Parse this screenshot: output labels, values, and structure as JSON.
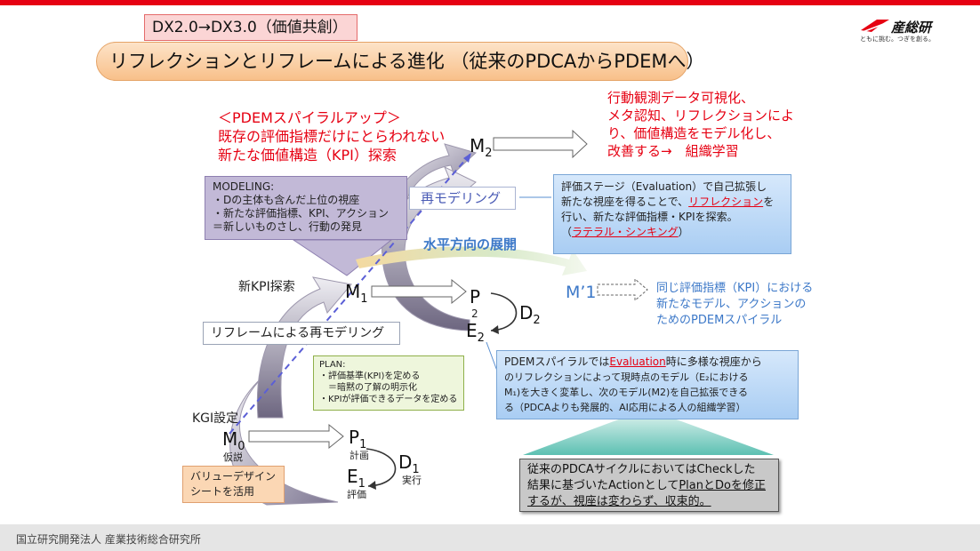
{
  "header": {
    "tag": "DX2.0→DX3.0（価値共創）",
    "headline": "リフレクションとリフレームによる進化 （従来のPDCAからPDEMへ）"
  },
  "logo": {
    "name": "産総研",
    "tagline": "ともに挑む。つぎを創る。"
  },
  "spiral_title": {
    "line1": "＜PDEMスパイラルアップ＞",
    "line2": "既存の評価指標だけにとらわれない",
    "line3": "新たな価値構造（KPI）探索"
  },
  "right_red": {
    "line1": "行動観測データ可視化、",
    "line2": "メタ認知、リフレクションによ",
    "line3": "り、価値構造をモデル化し、",
    "line4": "改善する→　組織学習"
  },
  "modeling": {
    "title": "MODELING:",
    "item1": "・Dの主体も含んだ上位の視座",
    "item2": "・新たな評価指標、KPI、アクション",
    "item3": "＝新しいものさし、行動の発見"
  },
  "remodel_label": "再モデリング",
  "evaluation_note": {
    "l1": "評価ステージ（Evaluation）で自己拡張し",
    "l2a": "新たな視座を得ることで、",
    "l2b": "リフレクション",
    "l2c": "を",
    "l3": "行い、新たな評価指標・KPIを探索。",
    "l4a": "（",
    "l4b": "ラテラル・シンキング",
    "l4c": "）"
  },
  "horizontal_label": "水平方向の展開",
  "new_kpi_label": "新KPI探索",
  "nodes": {
    "m2": "M",
    "m2_sub": "2",
    "m1": "M",
    "m1_sub": "1",
    "p2": "P",
    "p2_sub": "2",
    "d2": "D",
    "d2_sub": "2",
    "e2": "E",
    "e2_sub": "2",
    "m1prime": "M’1",
    "m0": "M",
    "m0_sub": "0",
    "p1": "P",
    "p1_sub": "1",
    "d1": "D",
    "d1_sub": "1",
    "e1": "E",
    "e1_sub": "1"
  },
  "node_captions": {
    "m0": "仮説",
    "p1": "計画",
    "d1": "実行",
    "e1": "評価"
  },
  "m1prime_note": {
    "l1": "同じ評価指標（KPI）における",
    "l2": "新たなモデル、アクションの",
    "l3": "ためのPDEMスパイラル"
  },
  "reframe_label": "リフレームによる再モデリング",
  "plan": {
    "title": "PLAN:",
    "item1": "・評価基準(KPI)を定める",
    "item2": "＝暗黙の了解の明示化",
    "item3": "・KPIが評価できるデータを定める"
  },
  "pdem_note": {
    "l1a": "PDEMスパイラルでは",
    "l1b": "Evaluation",
    "l1c": "時に多様な視座から",
    "l2": "のリフレクションによって現時点のモデル（E₂における",
    "l3": "M₁)を大きく変革し、次のモデル(M2)を自己拡張できる",
    "l4": "る（PDCAよりも発展的、AI応用による人の組織学習）"
  },
  "kgi_label": "KGI設定",
  "value_design": {
    "l1": "バリューデザイン",
    "l2": "シートを活用"
  },
  "pdca_note": {
    "l1": "従来のPDCAサイクルにおいてはCheckした",
    "l2a": "結果に基づいたActionとして",
    "l2b": "PlanとDoを修正",
    "l3": "するが、視座は変わらず、収束的。"
  },
  "footer": "国立研究開発法人 産業技術総合研究所",
  "colors": {
    "accent_red": "#e60012",
    "purple_arrow": "#8c849c",
    "blue_callout": "#a9cdf3",
    "green_note": "#eef6dc"
  }
}
